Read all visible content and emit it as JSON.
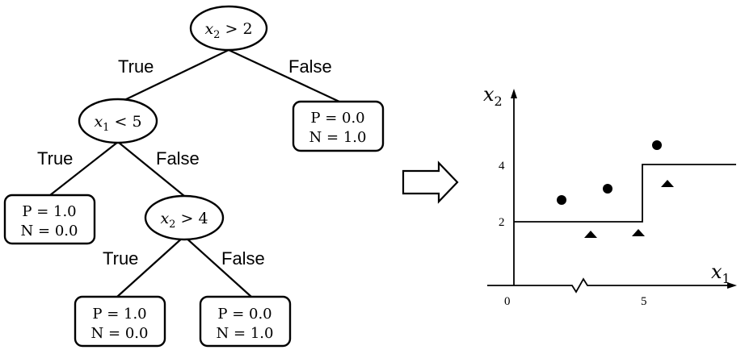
{
  "tree": {
    "root": {
      "var": "x",
      "sub": "2",
      "rest": " > 2"
    },
    "left": {
      "var": "x",
      "sub": "1",
      "rest": " < 5"
    },
    "inner": {
      "var": "x",
      "sub": "2",
      "rest": " > 4"
    },
    "edge_labels": {
      "root_true": "True",
      "root_false": "False",
      "left_true": "True",
      "left_false": "False",
      "inner_true": "True",
      "inner_false": "False"
    },
    "leaves": {
      "root_false": {
        "p": "P = 0.0",
        "n": "N = 1.0"
      },
      "left_true": {
        "p": "P = 1.0",
        "n": "N = 0.0"
      },
      "inner_true": {
        "p": "P = 1.0",
        "n": "N = 0.0"
      },
      "inner_false": {
        "p": "P = 0.0",
        "n": "N = 1.0"
      }
    }
  },
  "plot": {
    "y_axis_label": {
      "var": "x",
      "sub": "2"
    },
    "x_axis_label": {
      "var": "x",
      "sub": "1"
    },
    "y_ticks": [
      "4",
      "2"
    ],
    "x_ticks": [
      "0",
      "5"
    ],
    "boundary": "step: y=2 for x<5, y=4 for x>=5",
    "circles": "positive class",
    "triangles": "negative class"
  }
}
